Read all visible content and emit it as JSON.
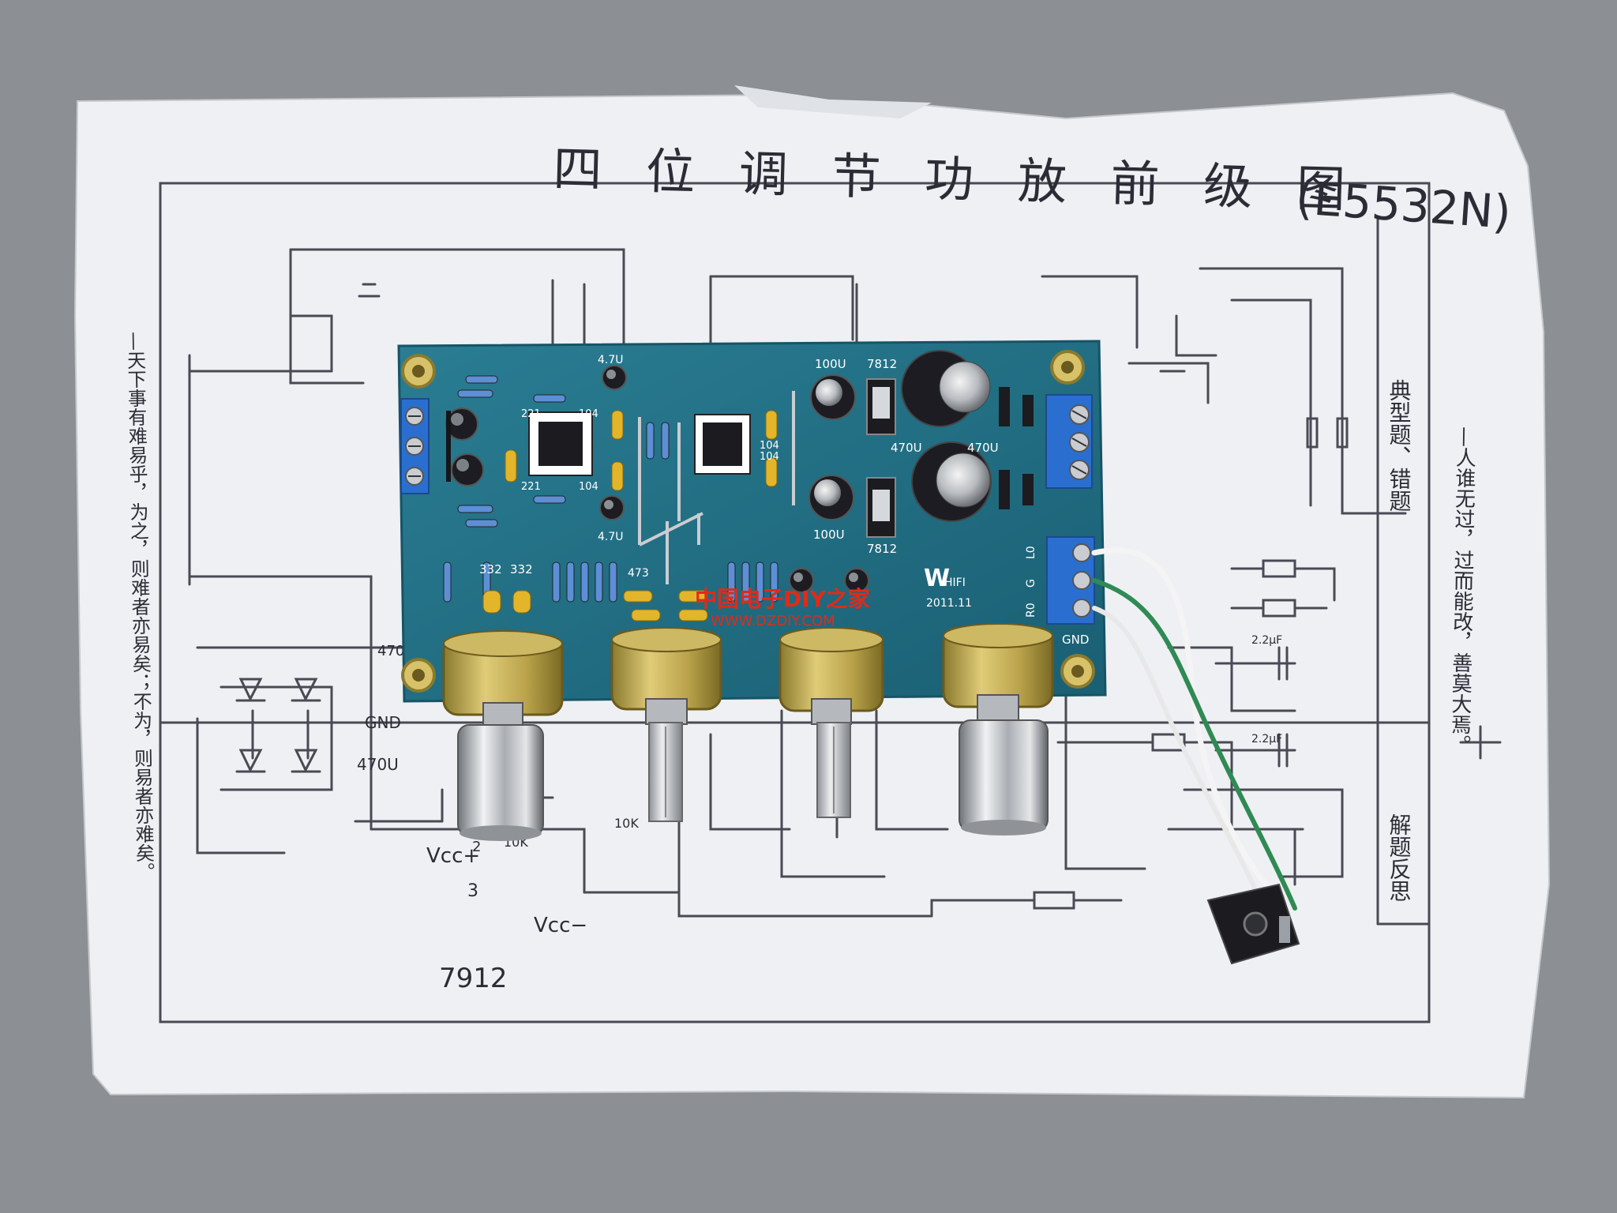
{
  "paper": {
    "title": "四 位 调 节 功 放 前 级 图",
    "title_suffix": "(E5532N)",
    "left_caption": "—天下事有难易乎，为之，则难者亦易矣；不为，则易者亦难矣。",
    "right_caption": "—人谁无过，过而能改，善莫大焉。",
    "side_box_top": "典型题、错题",
    "side_box_bottom": "解题反思",
    "labels": {
      "cap_470u_top": "470U",
      "gnd": "GND",
      "cap_470u_bottom": "470U",
      "vcc_plus": "Vcc+",
      "pin2": "2",
      "res_10k": "10K",
      "pin3": "3",
      "vcc_minus": "Vcc−",
      "regulator": "7912",
      "res_10k_b": "10K",
      "cap_22uf_a": "2.2μF",
      "cap_22uf_b": "2.2μF"
    }
  },
  "board": {
    "cap_47u_top": "4.7U",
    "cap_47u_bottom": "4.7U",
    "cap_100u_top": "100U",
    "cap_100u_bottom": "100U",
    "reg_top": "7812",
    "reg_bottom": "7812",
    "cap_470u_a": "470U",
    "cap_470u_b": "470U",
    "c221_a": "221",
    "c221_b": "221",
    "c104_a": "104",
    "c104_b": "104",
    "c104_c": "104",
    "c104_d": "104",
    "c332_a": "332",
    "c332_b": "332",
    "c473": "473",
    "brand_w": "W",
    "brand_hifi": "HIFI",
    "date": "2011.11",
    "pin_l": "L0",
    "pin_g": "G",
    "pin_r": "R0",
    "gnd": "GND"
  },
  "watermark": {
    "title": "中国电子DIY之家",
    "url": "WWW.DZDIY.COM"
  },
  "colors": {
    "paper": "#eef0f3",
    "pcb": "#1f6f86",
    "pcb_edge": "#165466",
    "terminal": "#2a6fd0",
    "pot_brass": "#b9a24a",
    "knob_chrome": "#b8bcc2",
    "watermark_red": "#e02a1a"
  }
}
